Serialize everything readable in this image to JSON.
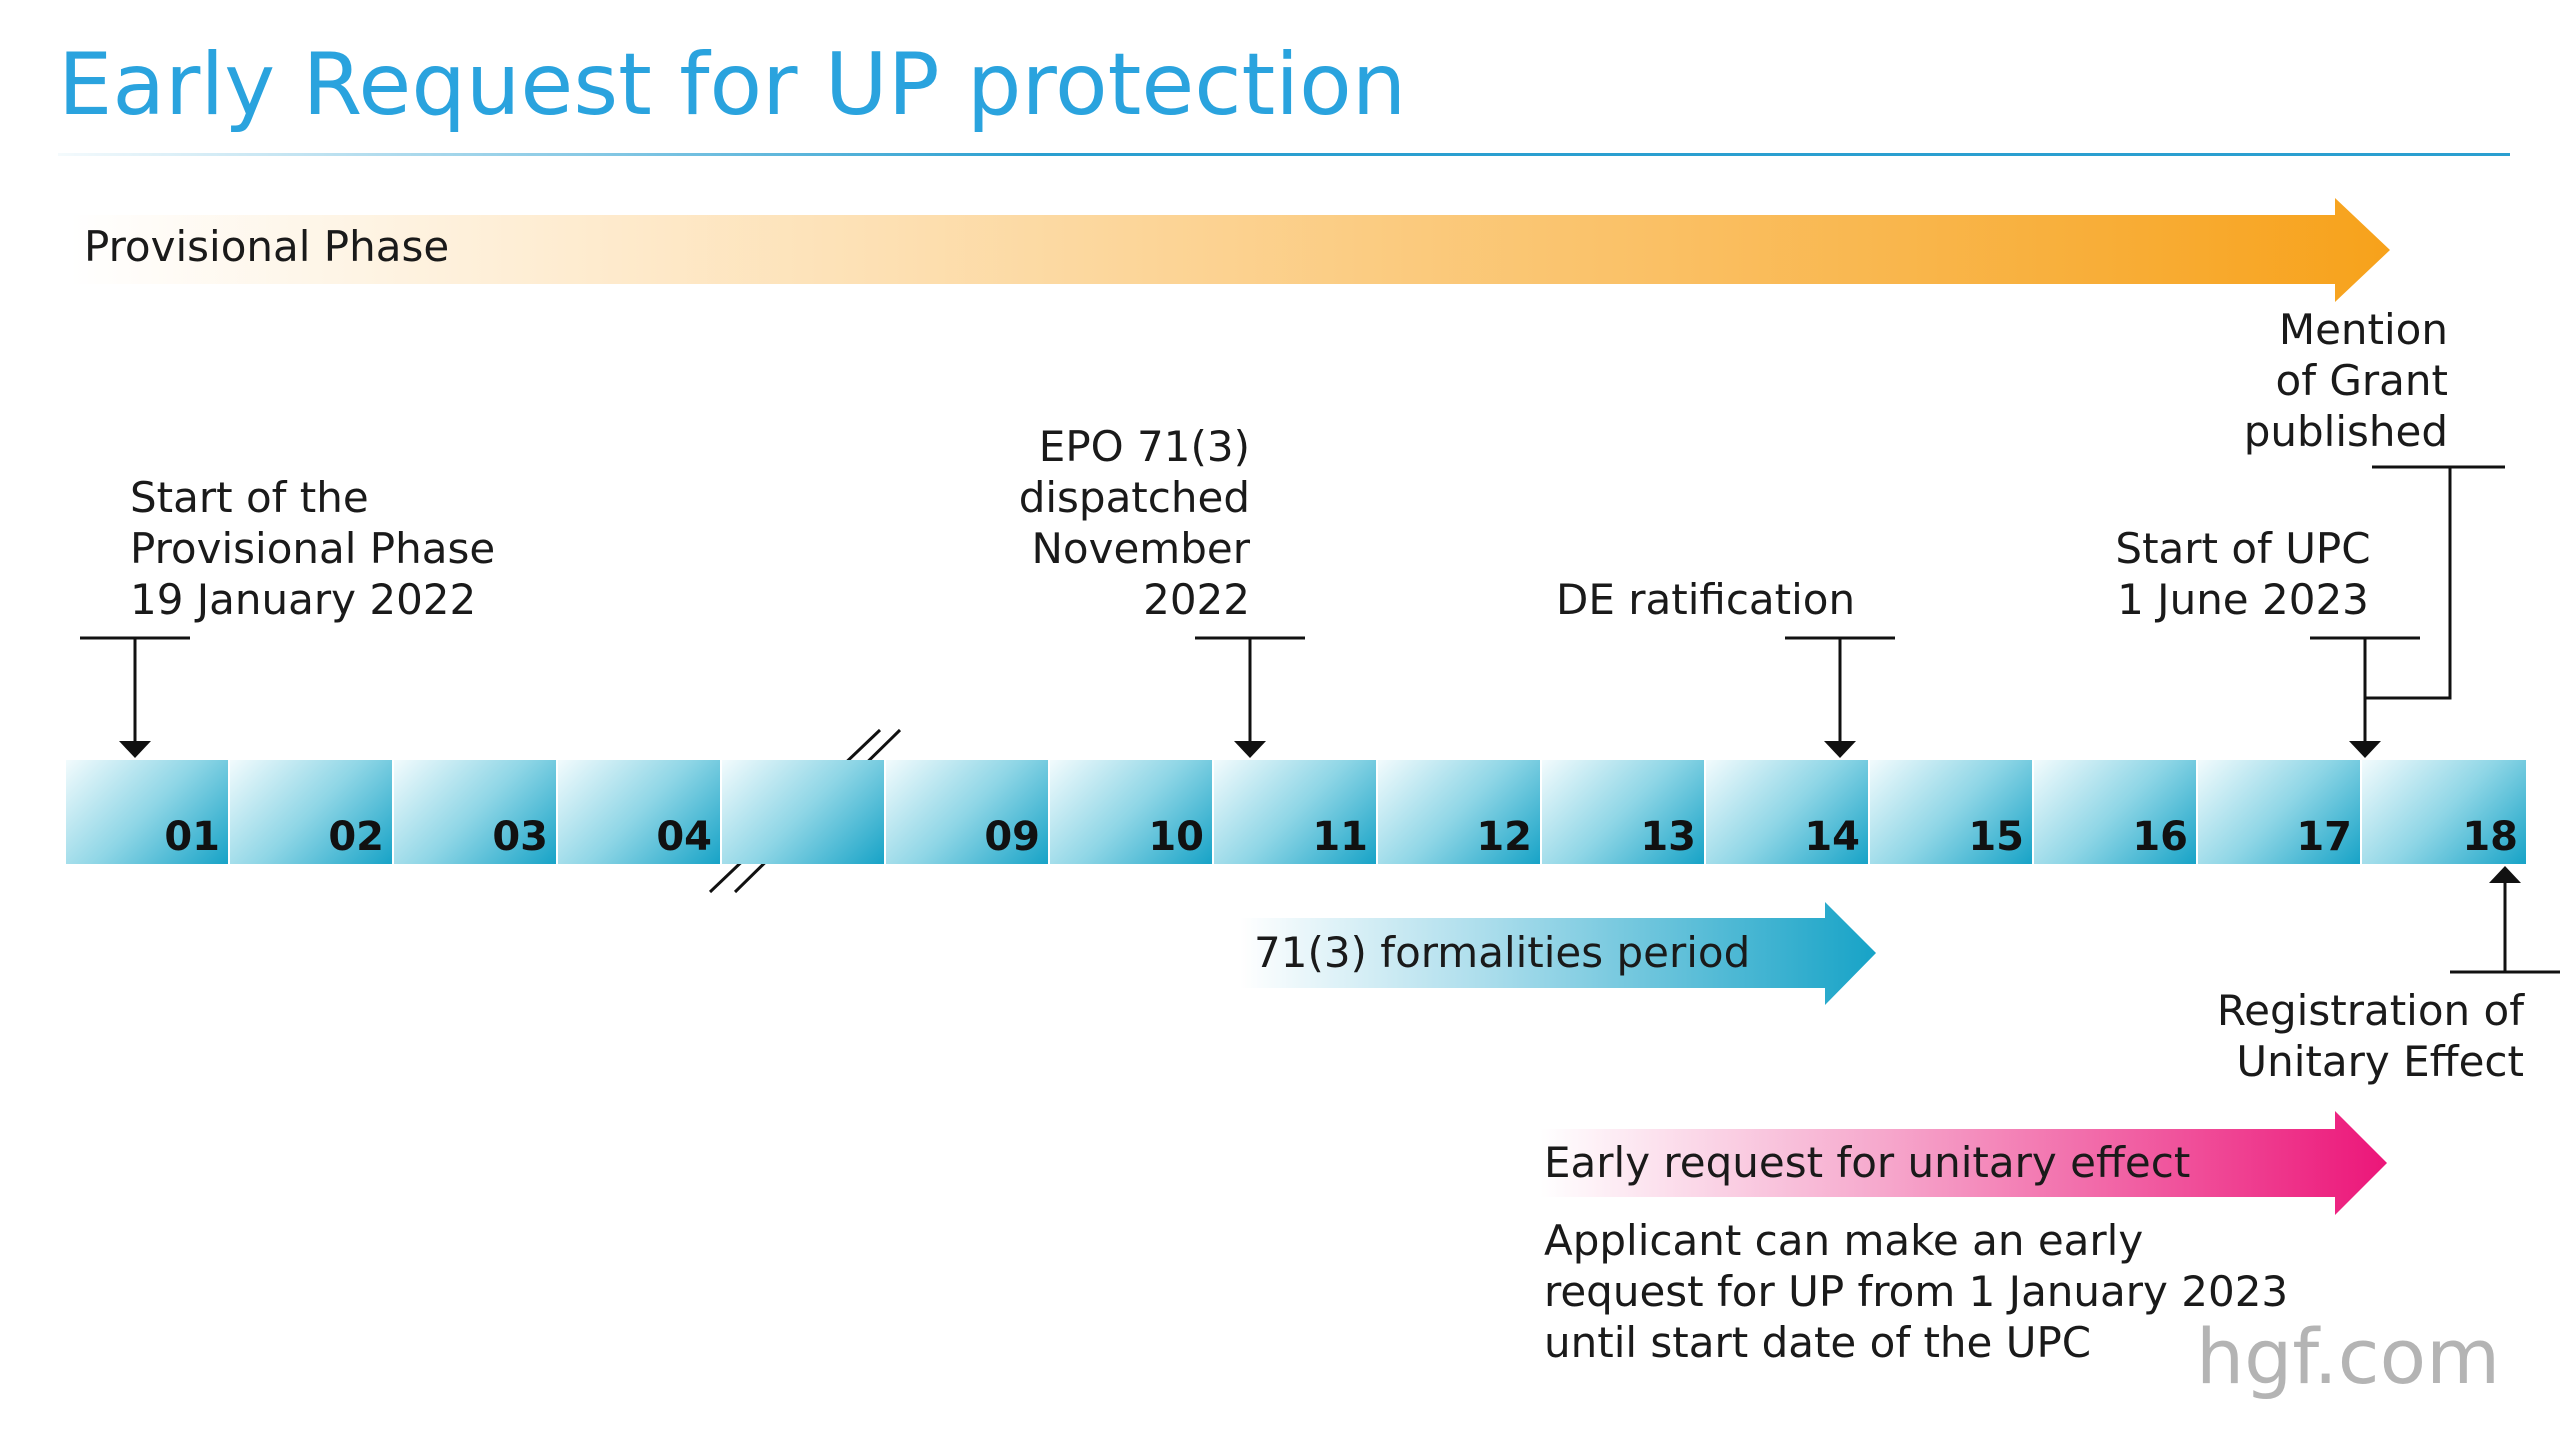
{
  "title": "Early Request for UP protection",
  "provisional_phase": {
    "label": "Provisional Phase",
    "color": "#f7a21b"
  },
  "events": {
    "start_provisional": [
      "Start of the",
      "Provisional Phase",
      "19 January 2022"
    ],
    "epo_713": [
      "EPO 71(3)",
      "dispatched",
      "November",
      "2022"
    ],
    "de_ratification": "DE ratification",
    "mention_of_grant": [
      "Mention",
      "of Grant",
      "published"
    ],
    "start_upc": [
      "Start of UPC",
      "1 June 2023"
    ],
    "registration": [
      "Registration of",
      "Unitary Effect"
    ]
  },
  "timeline": {
    "boxes": [
      "01",
      "02",
      "03",
      "04",
      "",
      "09",
      "10",
      "11",
      "12",
      "13",
      "14",
      "15",
      "16",
      "17",
      "18"
    ],
    "color": "#17a3c7"
  },
  "formalities": {
    "label": "71(3) formalities period",
    "color": "#17a3c7"
  },
  "early_request": {
    "label": "Early request for unitary effect",
    "color": "#ec1679",
    "description": [
      "Applicant can make an early",
      "request for UP from 1 January 2023",
      "until start date of the UPC"
    ]
  },
  "watermark": "hgf.com"
}
